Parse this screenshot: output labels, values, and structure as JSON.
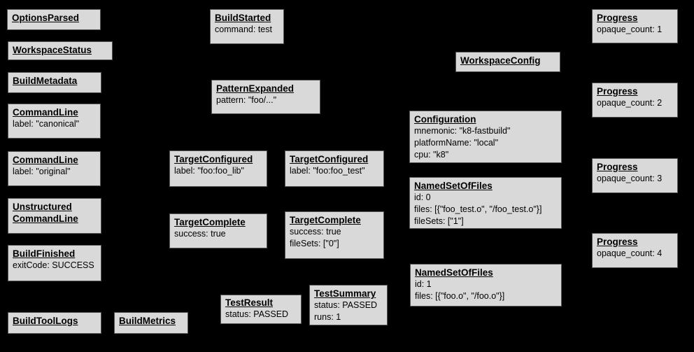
{
  "diagram": {
    "description": "Build event protocol graph",
    "colors": {
      "background": "#000000",
      "node_fill": "#d9d9d9",
      "node_border": "#555555",
      "node_text": "#000000"
    }
  },
  "boxes": [
    {
      "title": "OptionsParsed",
      "lines": []
    },
    {
      "title": "WorkspaceStatus",
      "lines": []
    },
    {
      "title": "BuildMetadata",
      "lines": []
    },
    {
      "title": "CommandLine",
      "lines": [
        "label: \"canonical\""
      ]
    },
    {
      "title": "CommandLine",
      "lines": [
        "label: \"original\""
      ]
    },
    {
      "title": "Unstructured\nCommandLine",
      "lines": []
    },
    {
      "title": "BuildFinished",
      "lines": [
        "exitCode: SUCCESS"
      ]
    },
    {
      "title": "BuildToolLogs",
      "lines": []
    },
    {
      "title": "BuildMetrics",
      "lines": []
    },
    {
      "title": "BuildStarted",
      "lines": [
        "command: test"
      ]
    },
    {
      "title": "PatternExpanded",
      "lines": [
        "pattern: \"foo/...\""
      ]
    },
    {
      "title": "TargetConfigured",
      "lines": [
        "label: \"foo:foo_lib\""
      ]
    },
    {
      "title": "TargetConfigured",
      "lines": [
        "label: \"foo:foo_test\""
      ]
    },
    {
      "title": "TargetComplete",
      "lines": [
        "success: true"
      ]
    },
    {
      "title": "TargetComplete",
      "lines": [
        "success: true",
        "fileSets: [\"0\"]"
      ]
    },
    {
      "title": "TestResult",
      "lines": [
        "status: PASSED"
      ]
    },
    {
      "title": "TestSummary",
      "lines": [
        "status: PASSED",
        "runs: 1"
      ]
    },
    {
      "title": "WorkspaceConfig",
      "lines": []
    },
    {
      "title": "Configuration",
      "lines": [
        "mnemonic: \"k8-fastbuild\"",
        "platformName: \"local\"",
        "cpu: \"k8\""
      ]
    },
    {
      "title": "NamedSetOfFiles",
      "lines": [
        "id: 0",
        "files: [{\"foo_test.o\", \"/foo_test.o\"}]",
        "fileSets: [\"1\"]"
      ]
    },
    {
      "title": "NamedSetOfFiles",
      "lines": [
        "id: 1",
        "files: [{\"foo.o\", \"/foo.o\"}]"
      ]
    },
    {
      "title": "Progress",
      "lines": [
        "opaque_count: 1"
      ]
    },
    {
      "title": "Progress",
      "lines": [
        "opaque_count: 2"
      ]
    },
    {
      "title": "Progress",
      "lines": [
        "opaque_count: 3"
      ]
    },
    {
      "title": "Progress",
      "lines": [
        "opaque_count: 4"
      ]
    }
  ]
}
